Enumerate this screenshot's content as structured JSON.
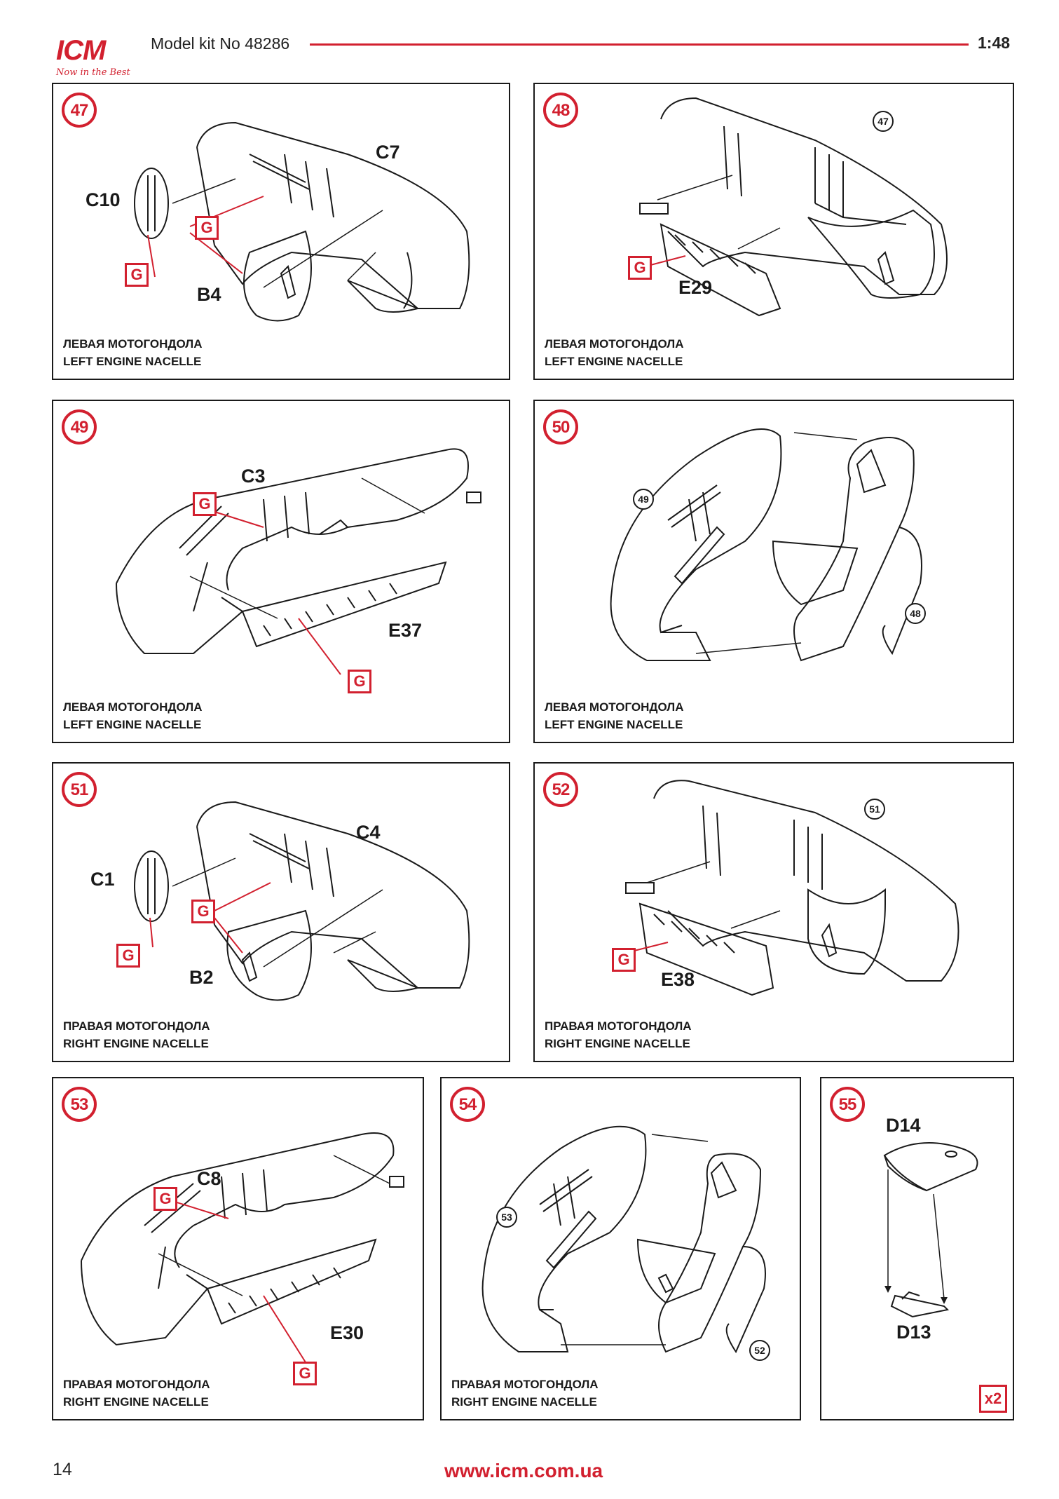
{
  "header": {
    "logo_text": "ICM",
    "logo_tagline": "Now in the Best",
    "model_kit": "Model kit No 48286",
    "scale": "1:48"
  },
  "steps": [
    {
      "number": "47",
      "caption_ru": "ЛЕВАЯ МОТОГОНДОЛА",
      "caption_en": "LEFT ENGINE NACELLE",
      "parts": [
        "C10",
        "C7",
        "B4"
      ],
      "glue_marks": [
        "G",
        "G"
      ]
    },
    {
      "number": "48",
      "caption_ru": "ЛЕВАЯ МОТОГОНДОЛА",
      "caption_en": "LEFT ENGINE NACELLE",
      "parts": [
        "E29"
      ],
      "glue_marks": [
        "G"
      ],
      "refs": [
        "47"
      ]
    },
    {
      "number": "49",
      "caption_ru": "ЛЕВАЯ МОТОГОНДОЛА",
      "caption_en": "LEFT ENGINE NACELLE",
      "parts": [
        "C3",
        "E37"
      ],
      "glue_marks": [
        "G",
        "G"
      ]
    },
    {
      "number": "50",
      "caption_ru": "ЛЕВАЯ МОТОГОНДОЛА",
      "caption_en": "LEFT ENGINE NACELLE",
      "refs": [
        "49",
        "48"
      ]
    },
    {
      "number": "51",
      "caption_ru": "ПРАВАЯ МОТОГОНДОЛА",
      "caption_en": "RIGHT ENGINE NACELLE",
      "parts": [
        "C1",
        "C4",
        "B2"
      ],
      "glue_marks": [
        "G",
        "G"
      ]
    },
    {
      "number": "52",
      "caption_ru": "ПРАВАЯ МОТОГОНДОЛА",
      "caption_en": "RIGHT ENGINE NACELLE",
      "parts": [
        "E38"
      ],
      "glue_marks": [
        "G"
      ],
      "refs": [
        "51"
      ]
    },
    {
      "number": "53",
      "caption_ru": "ПРАВАЯ МОТОГОНДОЛА",
      "caption_en": "RIGHT ENGINE NACELLE",
      "parts": [
        "C8",
        "E30"
      ],
      "glue_marks": [
        "G",
        "G"
      ]
    },
    {
      "number": "54",
      "caption_ru": "ПРАВАЯ МОТОГОНДОЛА",
      "caption_en": "RIGHT ENGINE NACELLE",
      "refs": [
        "53",
        "52"
      ]
    },
    {
      "number": "55",
      "parts": [
        "D14",
        "D13"
      ],
      "quantity": "x2"
    }
  ],
  "footer": {
    "page_number": "14",
    "website": "www.icm.com.ua"
  },
  "colors": {
    "accent": "#d2202f",
    "line": "#1a1a1a"
  }
}
